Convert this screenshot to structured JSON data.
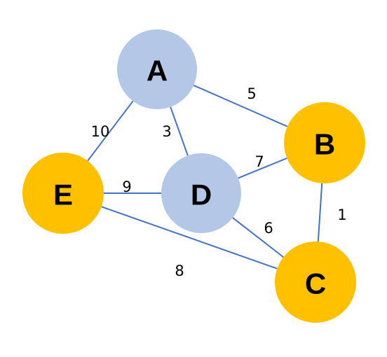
{
  "colors": {
    "blue_node": "#B4C7E7",
    "orange_node": "#FFC000",
    "edge": "#4472C4",
    "text": "#000000"
  },
  "nodes": [
    {
      "id": "A",
      "label": "A",
      "color": "blue_node"
    },
    {
      "id": "B",
      "label": "B",
      "color": "orange_node"
    },
    {
      "id": "C",
      "label": "C",
      "color": "orange_node"
    },
    {
      "id": "D",
      "label": "D",
      "color": "blue_node"
    },
    {
      "id": "E",
      "label": "E",
      "color": "orange_node"
    }
  ],
  "edges": [
    {
      "from": "A",
      "to": "B",
      "weight": "5"
    },
    {
      "from": "A",
      "to": "D",
      "weight": "3"
    },
    {
      "from": "A",
      "to": "E",
      "weight": "10"
    },
    {
      "from": "B",
      "to": "D",
      "weight": "7"
    },
    {
      "from": "B",
      "to": "C",
      "weight": "1"
    },
    {
      "from": "E",
      "to": "D",
      "weight": "9"
    },
    {
      "from": "D",
      "to": "C",
      "weight": "6"
    },
    {
      "from": "E",
      "to": "C",
      "weight": "8"
    }
  ]
}
